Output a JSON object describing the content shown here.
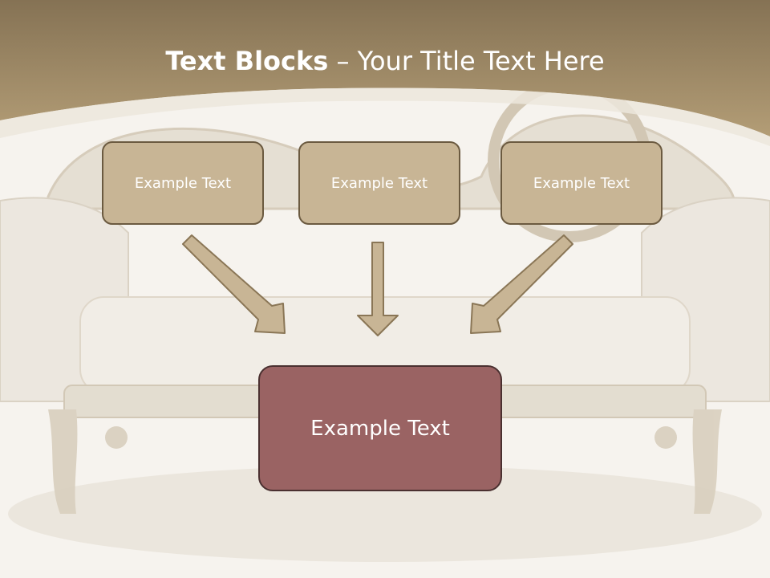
{
  "slide": {
    "title_bold": "Text Blocks",
    "title_dash": " – ",
    "title_rest": "Your Title Text Here"
  },
  "diagram": {
    "top_boxes": [
      {
        "label": "Example Text"
      },
      {
        "label": "Example Text"
      },
      {
        "label": "Example Text"
      }
    ],
    "bottom_box": {
      "label": "Example Text"
    }
  },
  "colors": {
    "header_band": "#a8916c",
    "top_box_fill": "#c8b595",
    "top_box_border": "#6b5a40",
    "bottom_box_fill": "#9a6363",
    "arrow_fill": "#c8b595",
    "arrow_stroke": "#8a7656"
  }
}
